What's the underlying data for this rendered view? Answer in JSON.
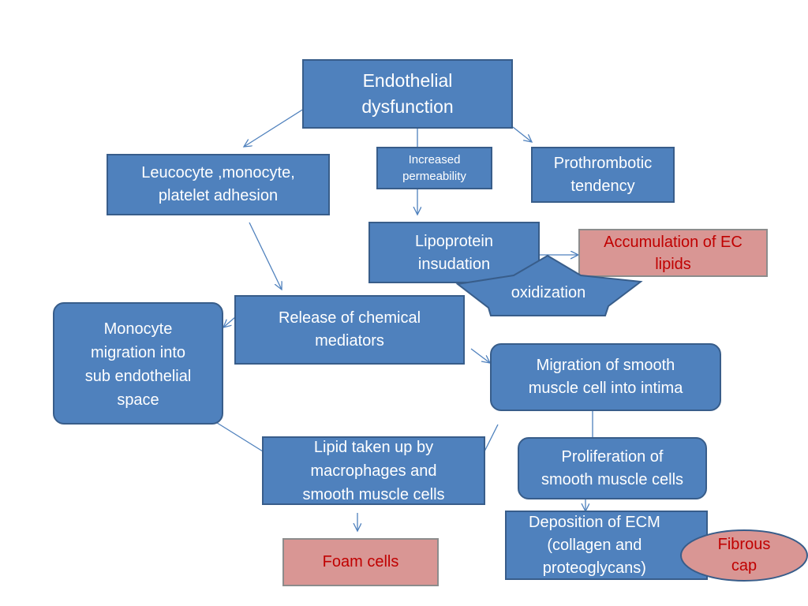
{
  "nodes": {
    "endothelial": "Endothelial\ndysfunction",
    "leucocyte": "Leucocyte ,monocyte,\nplatelet adhesion",
    "permeability": "Increased\npermeability",
    "prothrombotic": "Prothrombotic\ntendency",
    "lipoprotein": "Lipoprotein\ninsudation",
    "accumulation": "Accumulation of EC\nlipids",
    "oxidization": "oxidization",
    "release": "Release of chemical\nmediators",
    "monocyte": "Monocyte\nmigration into\nsub endothelial\nspace",
    "migration_smc": "Migration of smooth\nmuscle cell into intima",
    "lipid_uptake": "Lipid taken up by\nmacrophages and\nsmooth muscle cells",
    "proliferation": "Proliferation of\nsmooth muscle cells",
    "foam": "Foam cells",
    "deposition": "Deposition of ECM\n(collagen and\nproteoglycans)",
    "fibrous": "Fibrous\ncap"
  },
  "colors": {
    "box_fill": "#4f81bd",
    "box_border": "#385d8a",
    "highlight_fill": "#d99694",
    "highlight_text": "#c00000",
    "connector": "#4f81bd"
  }
}
